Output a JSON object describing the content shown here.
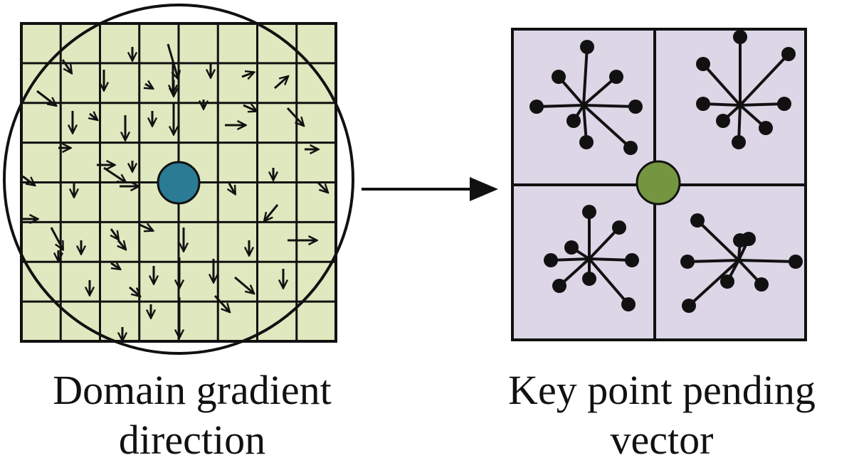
{
  "left_panel": {
    "caption_line1": "Domain gradient",
    "caption_line2": "direction",
    "fill_color": "#dfe8bf",
    "center_point_color": "#2a7b93"
  },
  "right_panel": {
    "caption_line1": "Key point pending",
    "caption_line2": "vector",
    "fill_color": "#dcd6e6",
    "center_point_color": "#759540"
  },
  "connector": {
    "icon": "right-arrow-icon"
  },
  "stroke_color": "#111111"
}
